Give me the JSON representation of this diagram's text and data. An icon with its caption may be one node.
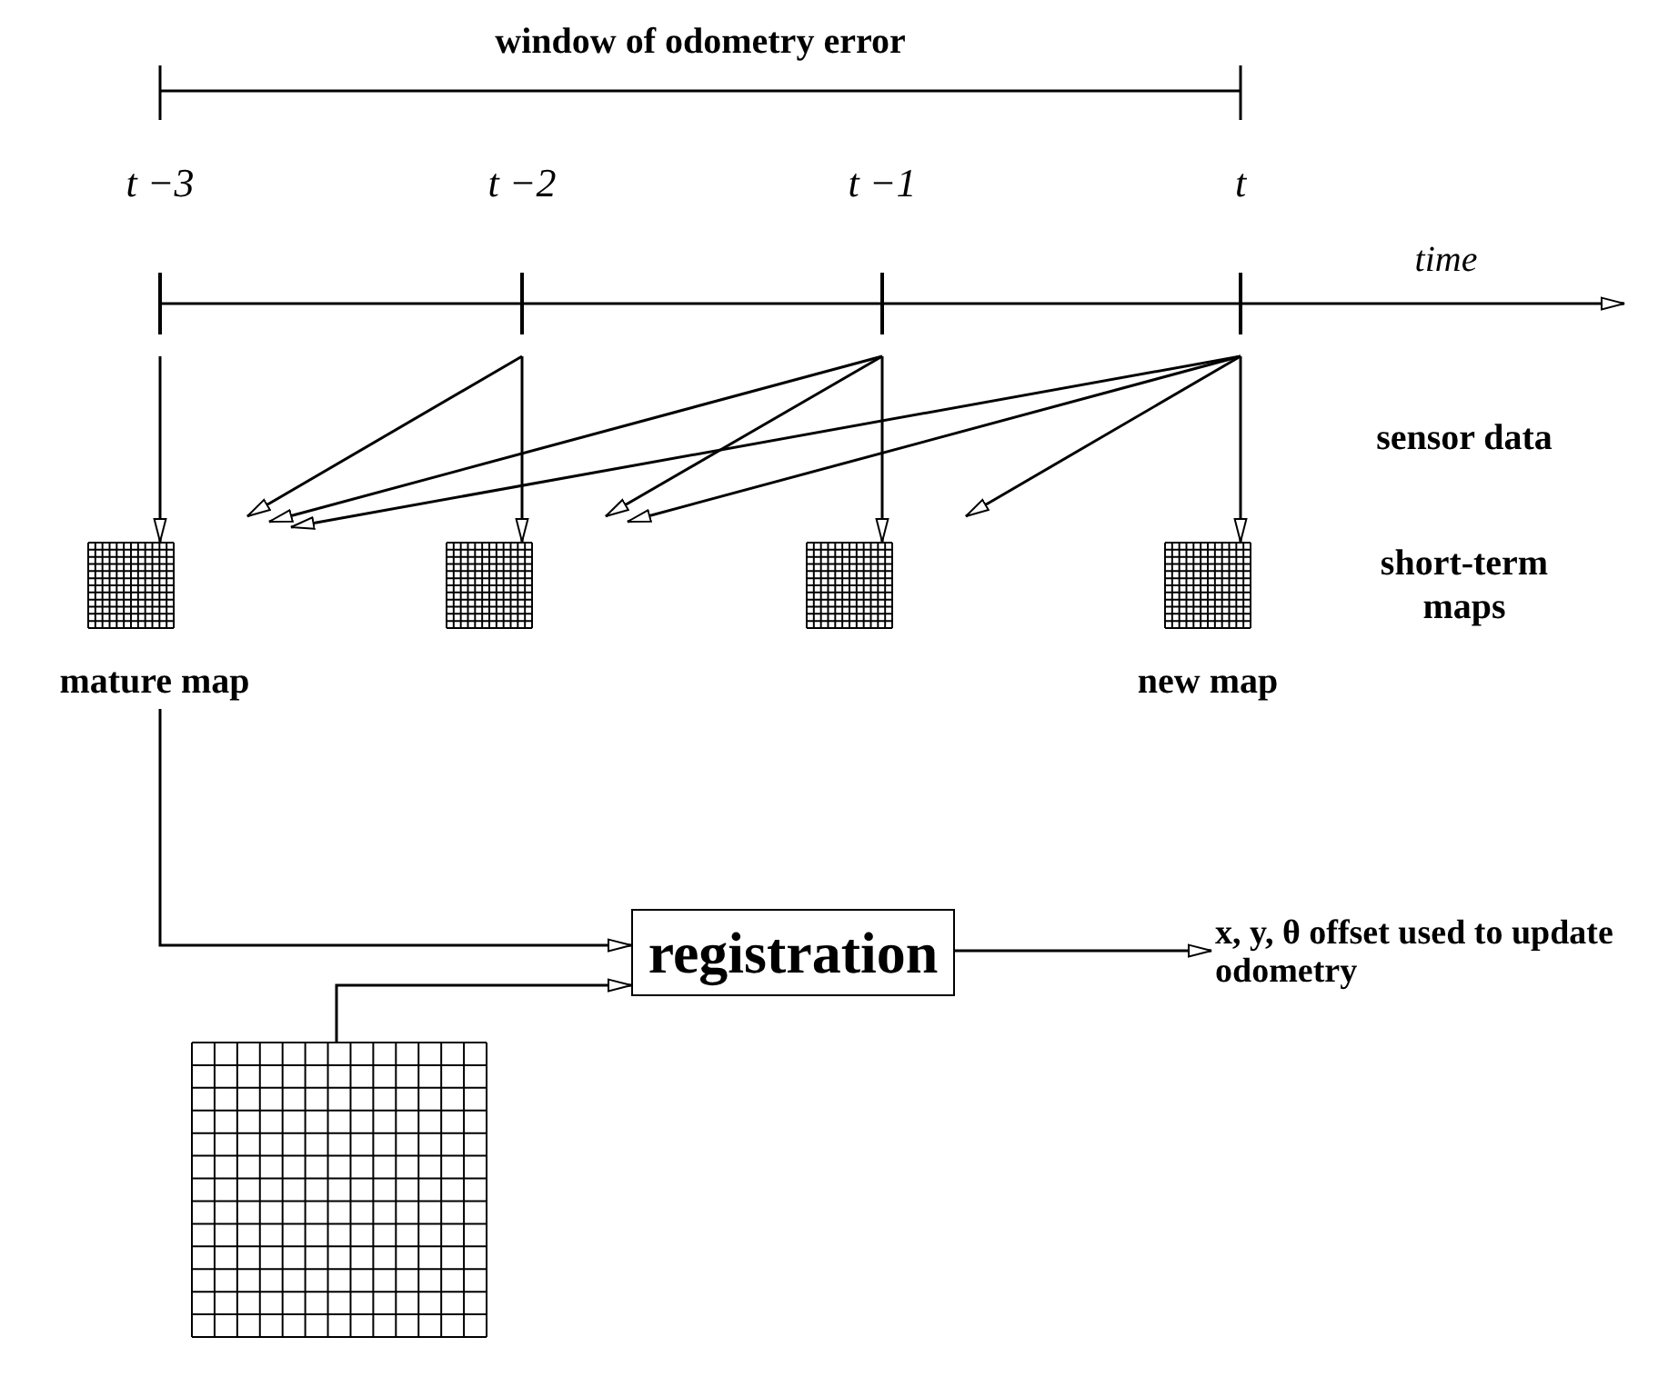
{
  "diagram": {
    "nodes": [
      {
        "text": [],
        "shape": "bar",
        "beside": [
          "t −3"
        ]
      },
      {
        "text": [],
        "shape": "bar",
        "beside": [
          "t −2"
        ]
      },
      {
        "text": [],
        "shape": "bar",
        "beside": [
          "t −1"
        ]
      },
      {
        "text": [],
        "shape": "bar",
        "beside": [
          "t"
        ]
      },
      {
        "text": [
          "mature map"
        ]
      },
      {
        "text": [],
        "shape": "grid"
      },
      {
        "text": [],
        "shape": "grid"
      },
      {
        "text": [
          "new map"
        ]
      },
      {
        "text": [
          "registration"
        ]
      },
      {
        "text": [],
        "shape": "grid"
      },
      {
        "text": [
          "x, y, θ offset used to update odometry"
        ]
      }
    ],
    "edges": [
      {
        "from": 0,
        "to": 4,
        "arrow": "to"
      },
      {
        "from": 1,
        "to": 4,
        "arrow": "to"
      },
      {
        "from": 1,
        "to": 5,
        "arrow": "to"
      },
      {
        "from": 2,
        "to": 4,
        "arrow": "to"
      },
      {
        "from": 2,
        "to": 5,
        "arrow": "to"
      },
      {
        "from": 2,
        "to": 6,
        "arrow": "to"
      },
      {
        "from": 3,
        "to": 4,
        "arrow": "to"
      },
      {
        "from": 3,
        "to": 5,
        "arrow": "to"
      },
      {
        "from": 3,
        "to": 6,
        "arrow": "to"
      },
      {
        "from": 3,
        "to": 7,
        "arrow": "to"
      },
      {
        "from": 4,
        "to": 8,
        "arrow": "to"
      },
      {
        "from": 9,
        "to": 8,
        "arrow": "to"
      },
      {
        "from": 8,
        "to": 10,
        "arrow": "to"
      }
    ],
    "labels": [
      "window of odometry error",
      "time",
      "sensor data",
      "short-term maps"
    ]
  }
}
